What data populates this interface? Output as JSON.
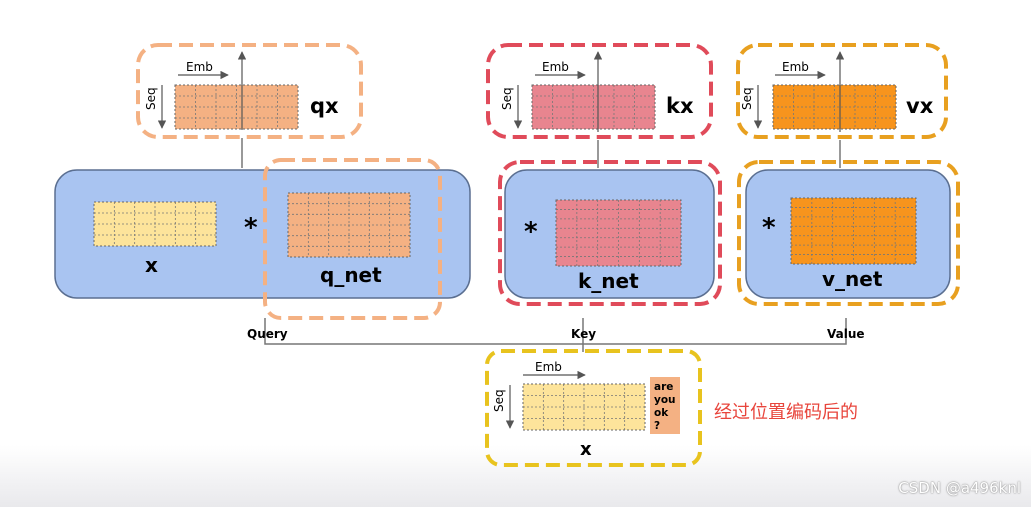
{
  "top_blocks": {
    "q": {
      "emb_label": "Emb",
      "seq_label": "Seq",
      "output_label": "qx"
    },
    "k": {
      "emb_label": "Emb",
      "seq_label": "Seq",
      "output_label": "kx"
    },
    "v": {
      "emb_label": "Emb",
      "seq_label": "Seq",
      "output_label": "vx"
    }
  },
  "linear_layers": {
    "query": {
      "input_label": "x",
      "operator": "*",
      "weight_label": "q_net"
    },
    "key": {
      "operator": "*",
      "weight_label": "k_net"
    },
    "value": {
      "operator": "*",
      "weight_label": "v_net"
    }
  },
  "branches": {
    "query": "Query",
    "key": "Key",
    "value": "Value"
  },
  "input": {
    "emb_label": "Emb",
    "seq_label": "Seq",
    "label": "x",
    "tokens": [
      "are",
      "you",
      "ok",
      "?"
    ],
    "annotation": "经过位置编码后的"
  },
  "watermark": "CSDN @a496knl",
  "colors": {
    "q_matrix": "#f4b183",
    "k_matrix": "#e8858f",
    "v_matrix": "#f7941d",
    "x_matrix": "#fde49b",
    "layer_fill": "#a9c4f1",
    "layer_border": "#5b6f91",
    "q_dash": "#f4b183",
    "k_dash": "#e04b5a",
    "v_dash": "#e8a020",
    "x_dash": "#e8c31e",
    "annotation": "#e8453c",
    "token_box": "#f4b183"
  }
}
